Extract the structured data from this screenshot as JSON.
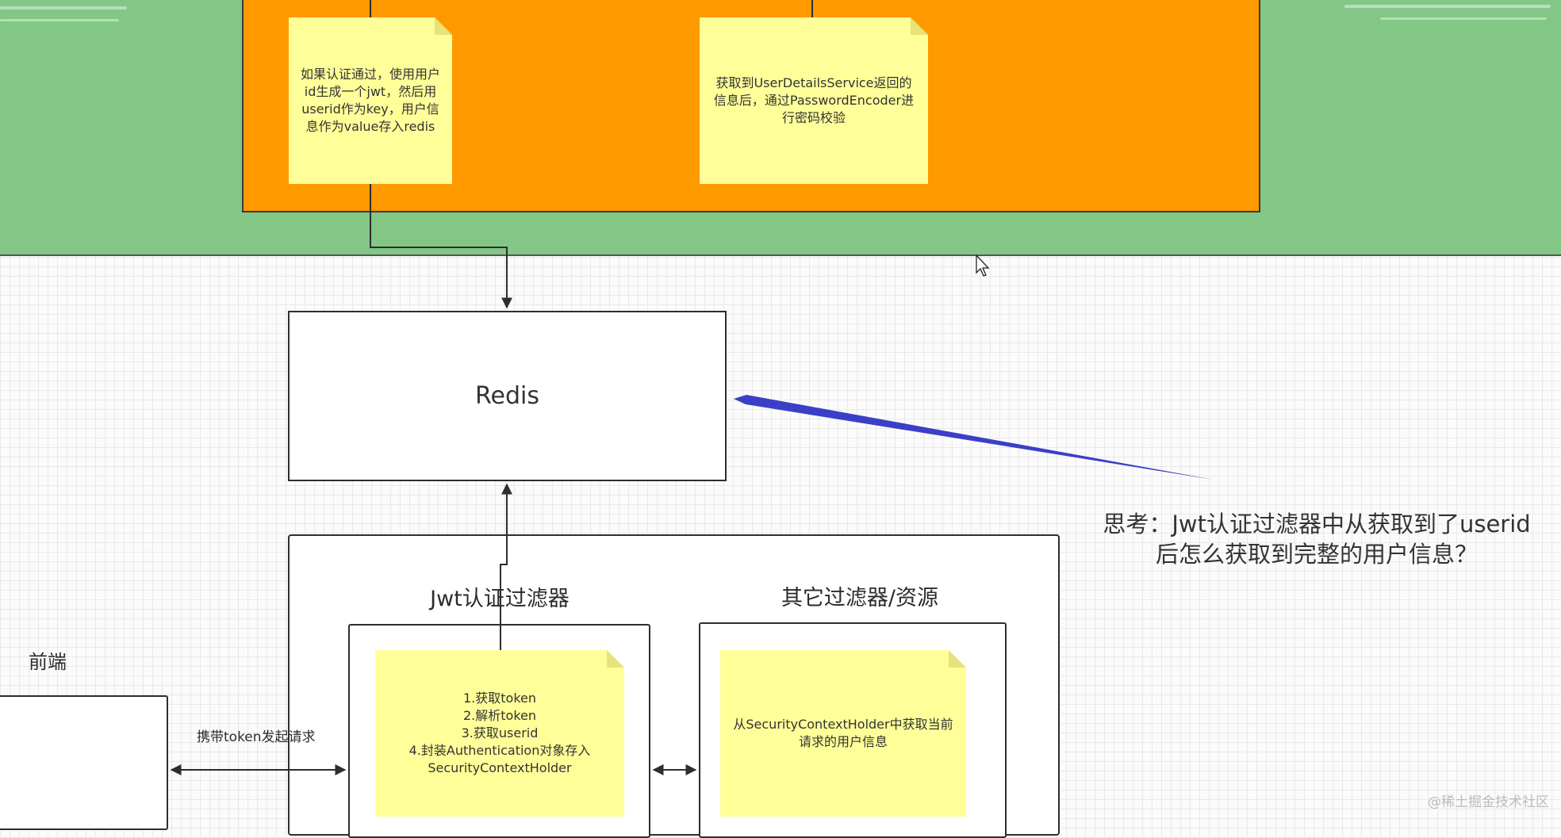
{
  "notes": {
    "jwt_generate": "如果认证通过，使用用户id生成一个jwt，然后用userid作为key，用户信息作为value存入redis",
    "password_check": "获取到UserDetailsService返回的信息后，通过PasswordEncoder进行密码校验",
    "jwt_filter_steps": [
      "1.获取token",
      "2.解析token",
      "3.获取userid",
      "4.封装Authentication对象存入",
      "SecurityContextHolder"
    ],
    "get_user_info": "从SecurityContextHolder中获取当前请求的用户信息"
  },
  "boxes": {
    "redis": "Redis",
    "jwt_filter_title": "Jwt认证过滤器",
    "other_filters_title": "其它过滤器/资源",
    "frontend": "前端"
  },
  "edges": {
    "request_label": "携带token发起请求"
  },
  "annotation": {
    "line1": "思考：Jwt认证过滤器中从获取到了userid",
    "line2": "后怎么获取到完整的用户信息？"
  },
  "watermark": "@稀土掘金技术社区",
  "colors": {
    "green": "#82c785",
    "orange": "#ff9900",
    "note": "#ffff99",
    "annotation_arrow": "#3b3fc8"
  }
}
